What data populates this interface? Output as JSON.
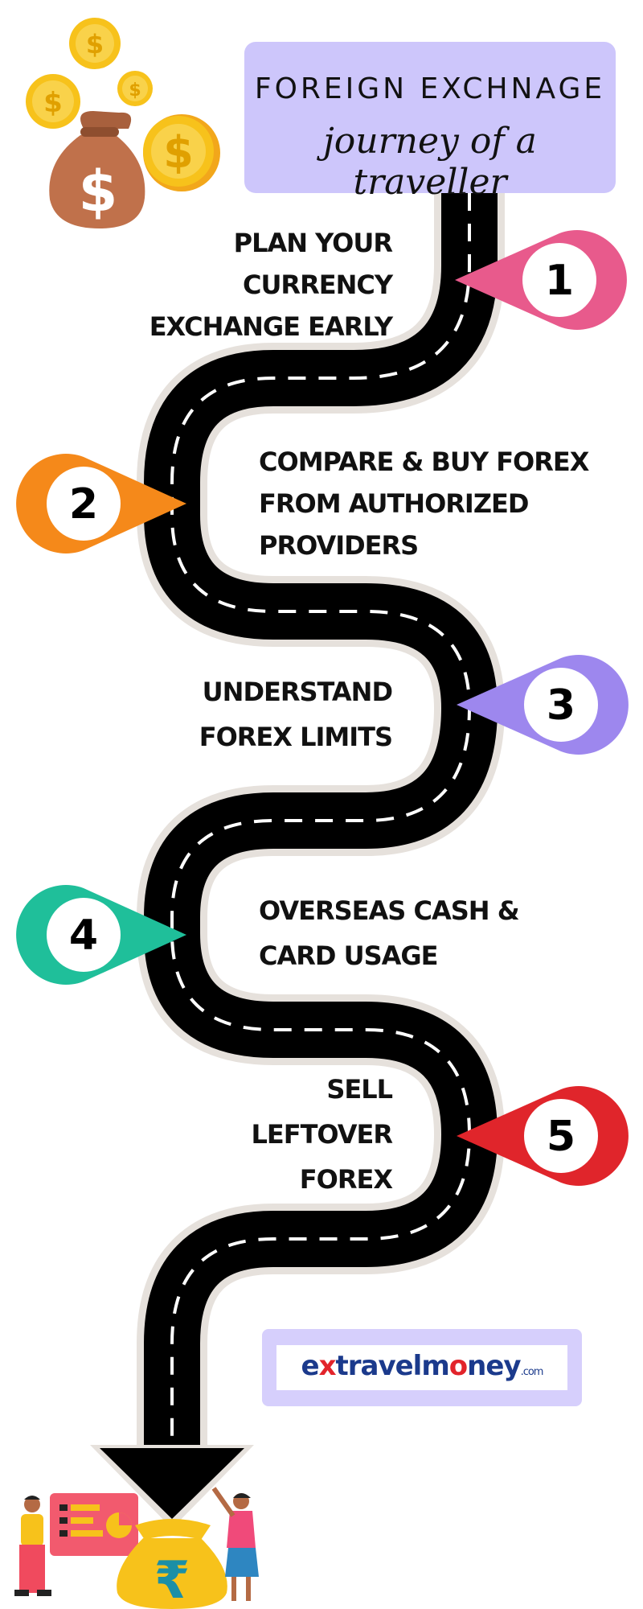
{
  "header": {
    "title": "FOREIGN EXCHNAGE",
    "subtitle": "journey of a traveller"
  },
  "steps": [
    {
      "number": "1",
      "lines": [
        "PLAN YOUR",
        "CURRENCY",
        "EXCHANGE EARLY"
      ],
      "color": "#e85a8c"
    },
    {
      "number": "2",
      "lines": [
        "COMPARE & BUY FOREX",
        "FROM AUTHORIZED",
        "PROVIDERS"
      ],
      "color": "#f5891a"
    },
    {
      "number": "3",
      "lines": [
        "UNDERSTAND",
        "FOREX LIMITS"
      ],
      "color": "#9d87ee"
    },
    {
      "number": "4",
      "lines": [
        "OVERSEAS CASH &",
        "CARD USAGE"
      ],
      "color": "#1fbf9a"
    },
    {
      "number": "5",
      "lines": [
        "SELL",
        "LEFTOVER",
        "FOREX"
      ],
      "color": "#e0252b"
    }
  ],
  "logo": {
    "part1": "e",
    "part2": "x",
    "part3": "travelm",
    "part4": "o",
    "part5": "ney",
    "domain": ".com"
  },
  "icons": {
    "dollar_symbol": "$",
    "rupee_symbol": "₹"
  },
  "colors": {
    "road": "#000000",
    "road_border": "#e6e1dc",
    "title_bg": "#cdc6fb",
    "coin": "#f7c21b",
    "bag": "#c0714b"
  }
}
